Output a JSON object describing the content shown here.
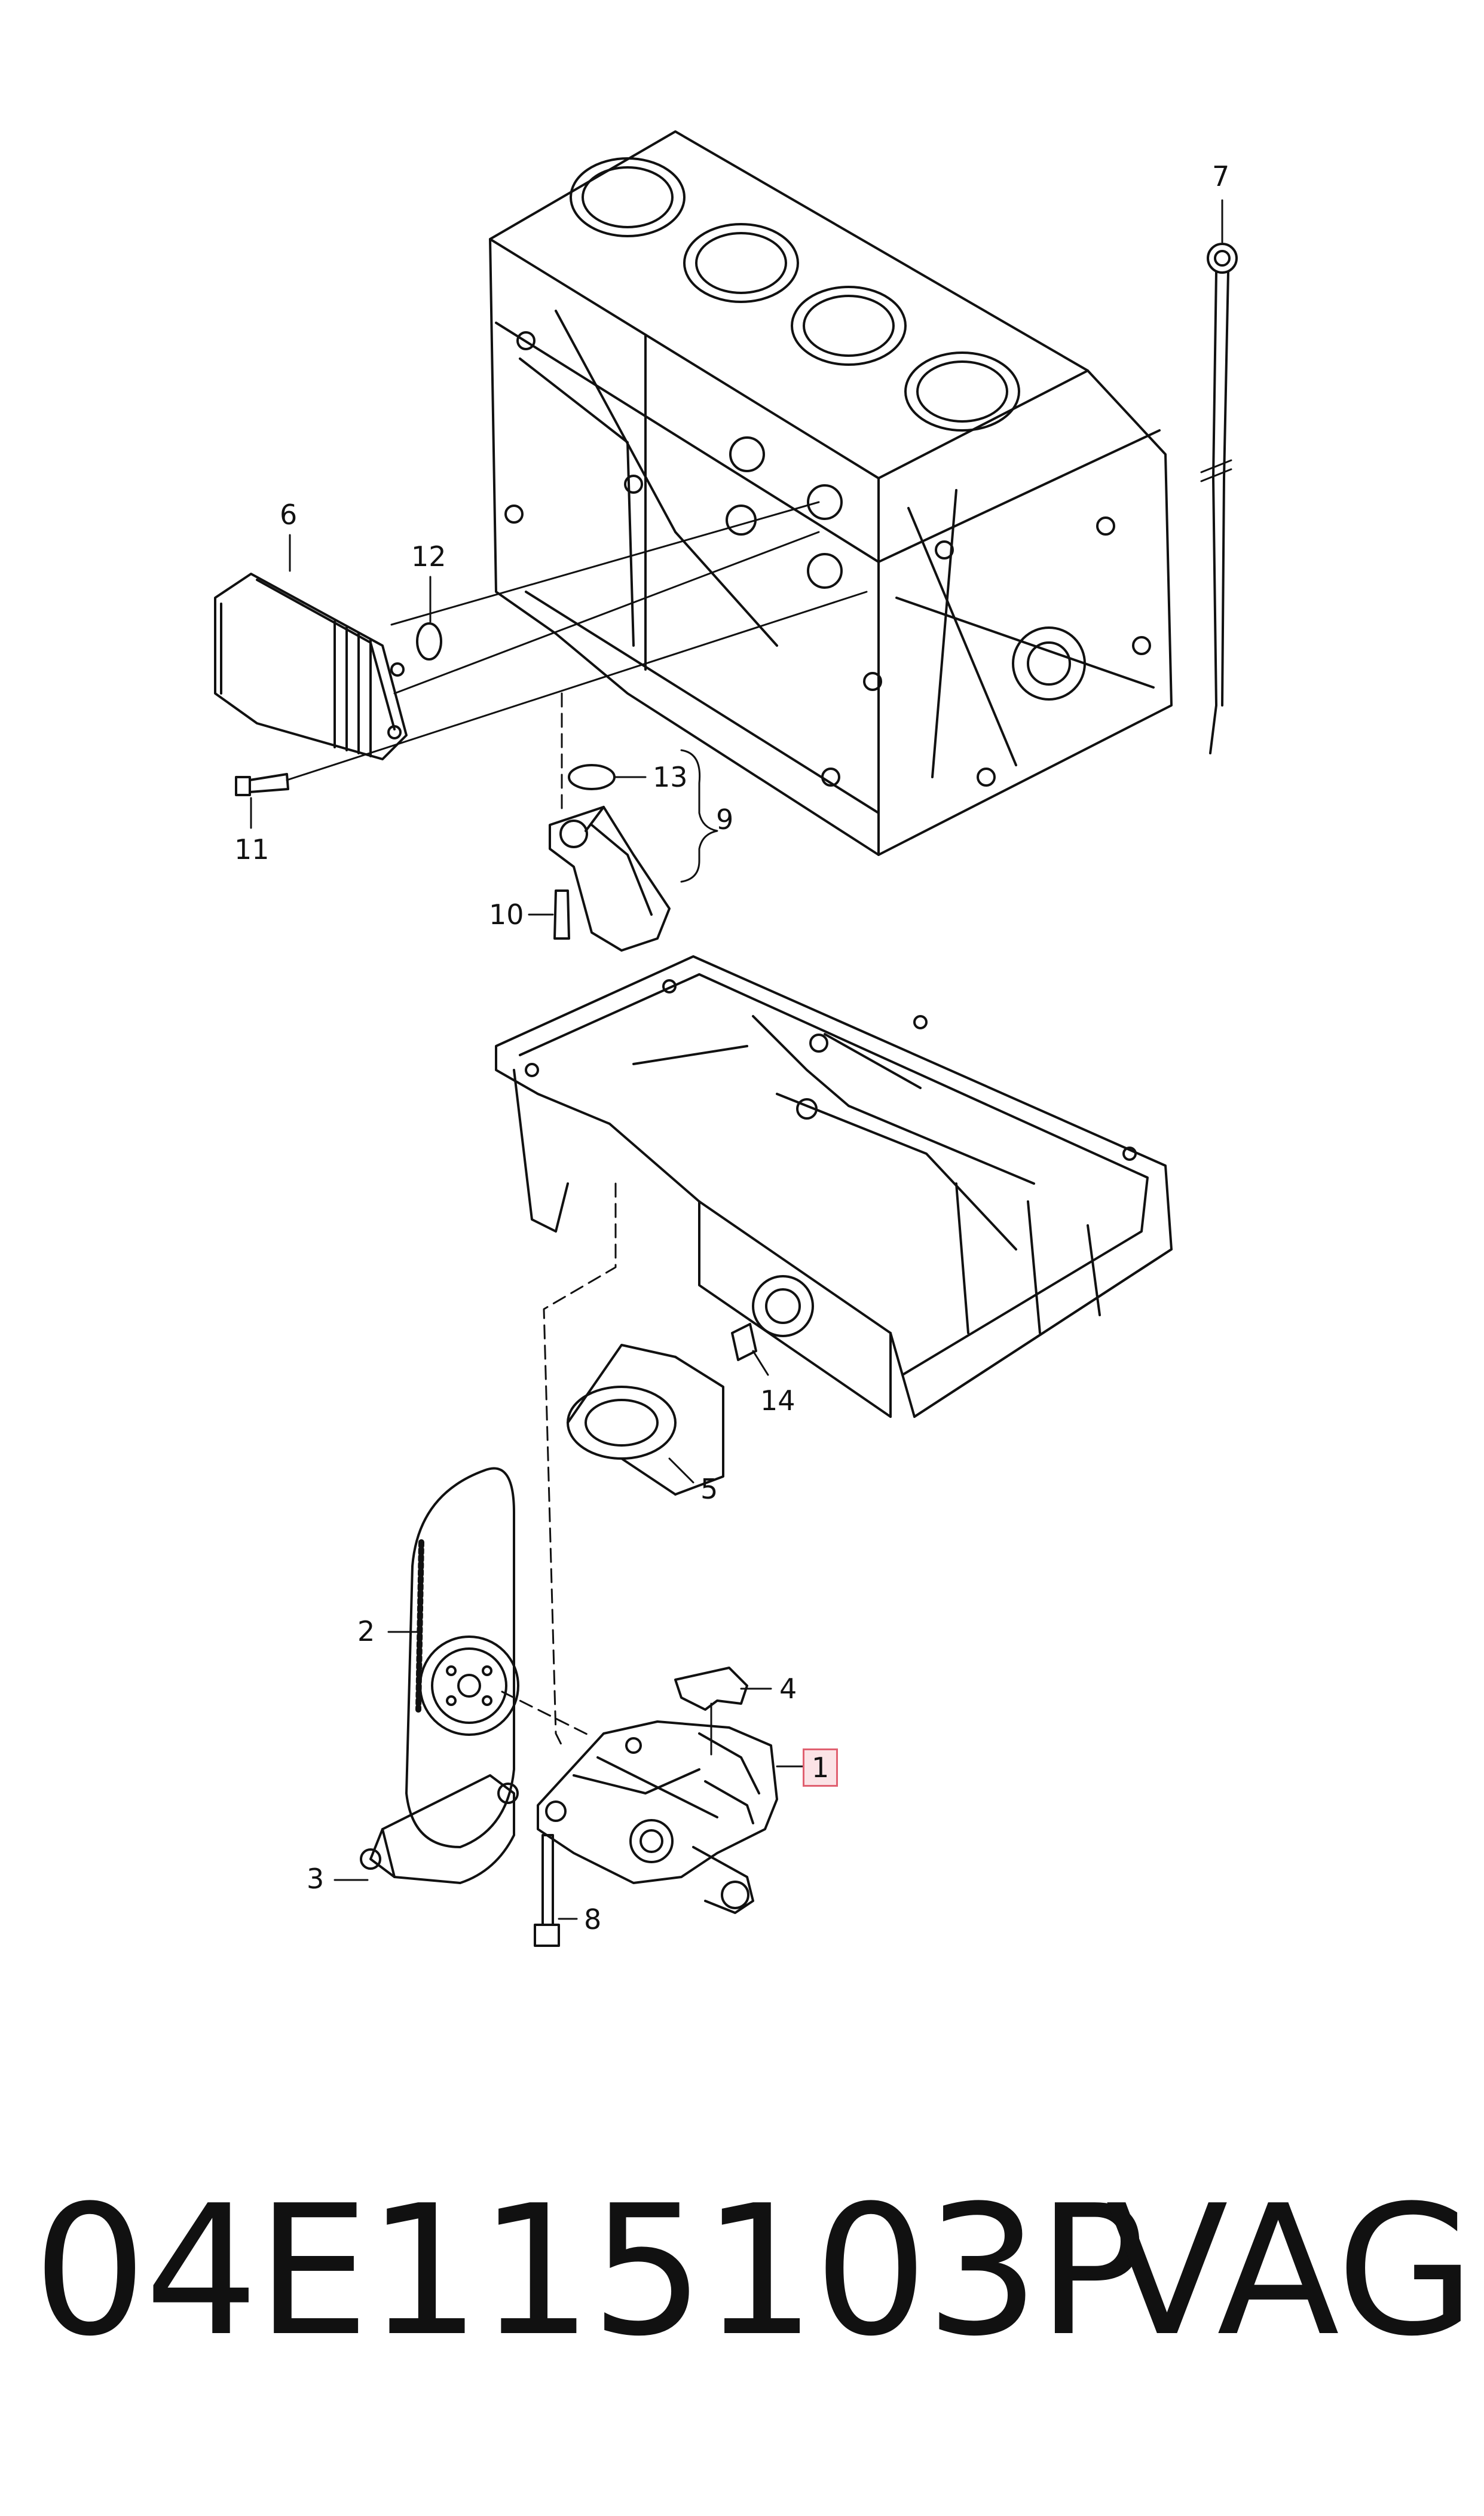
{
  "callouts": [
    {
      "id": "1",
      "label": "1",
      "highlighted": true
    },
    {
      "id": "2",
      "label": "2"
    },
    {
      "id": "3",
      "label": "3"
    },
    {
      "id": "4",
      "label": "4"
    },
    {
      "id": "5",
      "label": "5"
    },
    {
      "id": "6",
      "label": "6"
    },
    {
      "id": "7",
      "label": "7"
    },
    {
      "id": "8",
      "label": "8"
    },
    {
      "id": "9",
      "label": "9"
    },
    {
      "id": "10",
      "label": "10"
    },
    {
      "id": "11",
      "label": "11"
    },
    {
      "id": "12",
      "label": "12"
    },
    {
      "id": "13",
      "label": "13"
    },
    {
      "id": "14",
      "label": "14"
    }
  ],
  "footer": {
    "part_number": "04E115103P",
    "brand": "VAG"
  },
  "colors": {
    "line": "#111111",
    "highlight_border": "#e06070",
    "highlight_fill": "#fbe3e6"
  }
}
